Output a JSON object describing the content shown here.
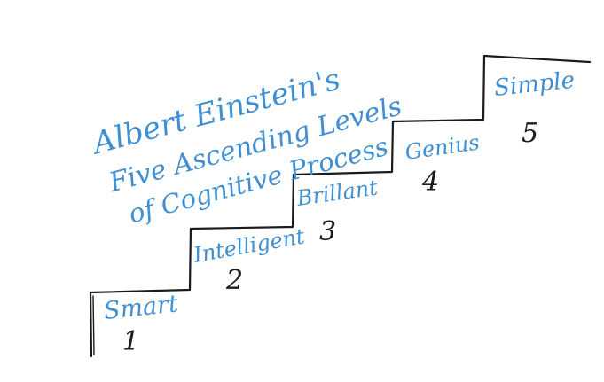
{
  "title_lines": [
    "Albert Einstein's",
    "Five Ascending Levels",
    "of Cognitive Process"
  ],
  "steps": [
    {
      "label": "Smart",
      "number": "1"
    },
    {
      "label": "Intelligent",
      "number": "2"
    },
    {
      "label": "Brillant",
      "number": "3"
    },
    {
      "label": "Genius",
      "number": "4"
    },
    {
      "label": "Simple",
      "number": "5"
    }
  ],
  "colors": {
    "ink_blue": "#3f8fd2",
    "ink_black": "#1b1b1b",
    "background": "#ffffff"
  }
}
